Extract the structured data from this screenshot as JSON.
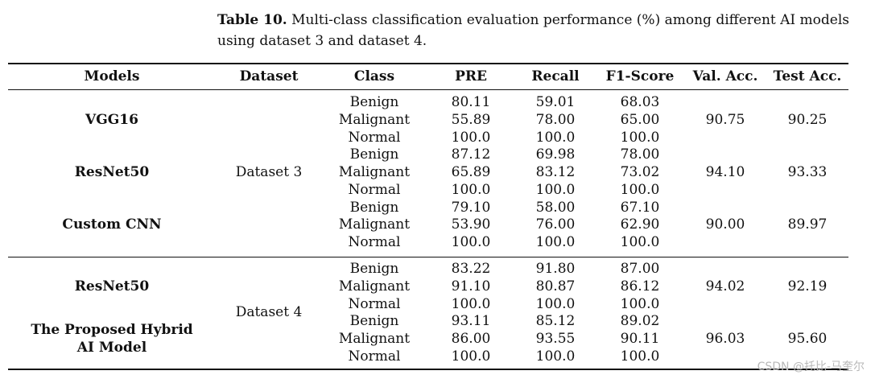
{
  "caption": {
    "label": "Table 10.",
    "text": "Multi-class classification evaluation performance (%) among different AI models using dataset 3 and dataset 4."
  },
  "table": {
    "headers": [
      "Models",
      "Dataset",
      "Class",
      "PRE",
      "Recall",
      "F1-Score",
      "Val. Acc.",
      "Test Acc."
    ],
    "groups": [
      {
        "dataset": "Dataset 3",
        "models": [
          {
            "name_lines": [
              "VGG16"
            ],
            "val_acc": "90.75",
            "test_acc": "90.25",
            "rows": [
              {
                "class": "Benign",
                "pre": "80.11",
                "recall": "59.01",
                "f1": "68.03"
              },
              {
                "class": "Malignant",
                "pre": "55.89",
                "recall": "78.00",
                "f1": "65.00"
              },
              {
                "class": "Normal",
                "pre": "100.0",
                "recall": "100.0",
                "f1": "100.0"
              }
            ]
          },
          {
            "name_lines": [
              "ResNet50"
            ],
            "val_acc": "94.10",
            "test_acc": "93.33",
            "rows": [
              {
                "class": "Benign",
                "pre": "87.12",
                "recall": "69.98",
                "f1": "78.00"
              },
              {
                "class": "Malignant",
                "pre": "65.89",
                "recall": "83.12",
                "f1": "73.02"
              },
              {
                "class": "Normal",
                "pre": "100.0",
                "recall": "100.0",
                "f1": "100.0"
              }
            ]
          },
          {
            "name_lines": [
              "Custom CNN"
            ],
            "val_acc": "90.00",
            "test_acc": "89.97",
            "rows": [
              {
                "class": "Benign",
                "pre": "79.10",
                "recall": "58.00",
                "f1": "67.10"
              },
              {
                "class": "Malignant",
                "pre": "53.90",
                "recall": "76.00",
                "f1": "62.90"
              },
              {
                "class": "Normal",
                "pre": "100.0",
                "recall": "100.0",
                "f1": "100.0"
              }
            ]
          }
        ]
      },
      {
        "dataset": "Dataset 4",
        "models": [
          {
            "name_lines": [
              "ResNet50"
            ],
            "val_acc": "94.02",
            "test_acc": "92.19",
            "rows": [
              {
                "class": "Benign",
                "pre": "83.22",
                "recall": "91.80",
                "f1": "87.00"
              },
              {
                "class": "Malignant",
                "pre": "91.10",
                "recall": "80.87",
                "f1": "86.12"
              },
              {
                "class": "Normal",
                "pre": "100.0",
                "recall": "100.0",
                "f1": "100.0"
              }
            ]
          },
          {
            "name_lines": [
              "The Proposed Hybrid",
              "AI Model"
            ],
            "val_acc": "96.03",
            "test_acc": "95.60",
            "rows": [
              {
                "class": "Benign",
                "pre": "93.11",
                "recall": "85.12",
                "f1": "89.02"
              },
              {
                "class": "Malignant",
                "pre": "86.00",
                "recall": "93.55",
                "f1": "90.11"
              },
              {
                "class": "Normal",
                "pre": "100.0",
                "recall": "100.0",
                "f1": "100.0"
              }
            ]
          }
        ]
      }
    ]
  },
  "watermark": "CSDN @托比-马奎尔"
}
